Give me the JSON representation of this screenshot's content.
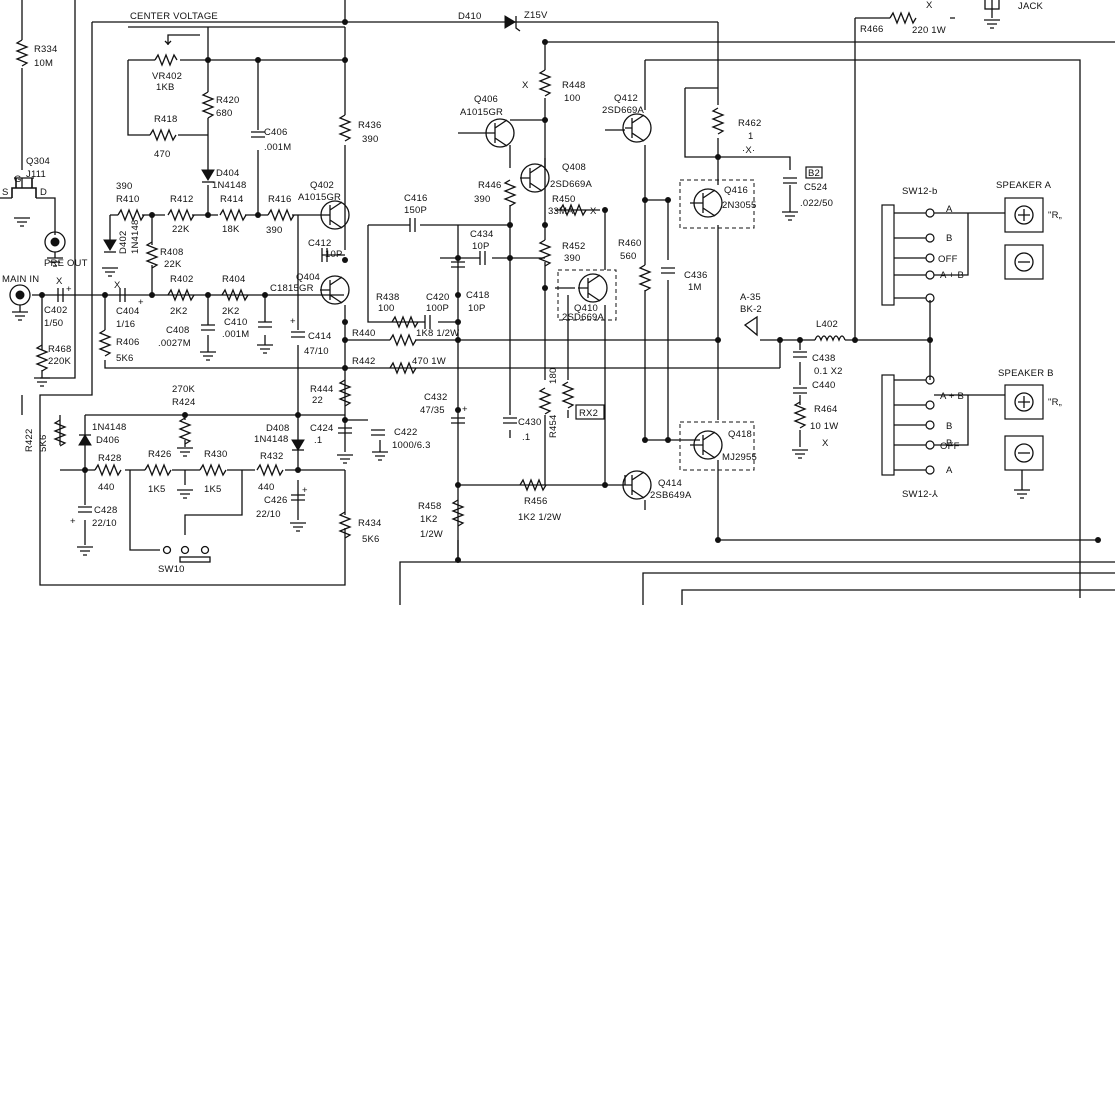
{
  "labels": {
    "center_voltage": "CENTER VOLTAGE",
    "d410": "D410",
    "z15v": "Z15V",
    "jack": "JACK",
    "r466": "R466",
    "r466_val": "220   1W",
    "r334": "R334",
    "r334_val": "10M",
    "q304": "Q304",
    "j111": "J111",
    "g": "G",
    "s": "S",
    "d": "D",
    "pre_out": "PRE OUT",
    "main_in": "MAIN    IN",
    "c402": "C402",
    "c402_val": "1/50",
    "r468": "R468",
    "r468_val": "220K",
    "vr402": "VR402",
    "vr402_val": "1KB",
    "r420": "R420",
    "r420_val": "680",
    "r418": "R418",
    "r418_val": "470",
    "c406": "C406",
    "c406_val": ".001M",
    "d404": "D404",
    "d404_val": "1N4148",
    "r436": "R436",
    "r436_val": "390",
    "r410_val": "390",
    "r410": "R410",
    "r412": "R412",
    "r412_val": "22K",
    "r414": "R414",
    "r414_val": "18K",
    "r416": "R416",
    "r416_val": "390",
    "q402": "Q402",
    "q402_val": "A1015GR",
    "d402": "D402",
    "d402_val": "1N4148",
    "r408": "R408",
    "r408_val": "22K",
    "r402": "R402",
    "r402_val": "2K2",
    "r404": "R404",
    "r404_val": "2K2",
    "c1815gr": "C1815GR",
    "q404": "Q404",
    "c412": "C412",
    "c412_val": "10P",
    "c404": "C404",
    "c404_val": "1/16",
    "r406": "R406",
    "r406_val": "5K6",
    "c408": "C408",
    "c408_val": ".0027M",
    "c410": "C410",
    "c410_val": ".001M",
    "c414": "C414",
    "c414_val": "47/10",
    "c416": "C416",
    "c416_val": "150P",
    "c434": "C434",
    "c434_val": "10P",
    "r438": "R438",
    "r438_val": "100",
    "c420": "C420",
    "c420_val": "100P",
    "c418": "C418",
    "c418_val": "10P",
    "r440": "R440",
    "r440_val": "1K8  1/2W",
    "r442": "R442",
    "r442_val": "470   1W",
    "q406": "Q406",
    "q406_val": "A1015GR",
    "r448": "R448",
    "r448_val": "100",
    "r446": "R446",
    "r446_val": "390",
    "q408": "Q408",
    "q408_val": "2SD669A",
    "r450": "R450",
    "r450_val": "33MA",
    "r452": "R452",
    "r452_val": "390",
    "q410": "Q410",
    "q410_val": "2SD669A",
    "q412": "Q412",
    "q412_val": "2SD669A",
    "r462": "R462",
    "r462_val": "1",
    "b2": "B2",
    "c524": "C524",
    "c524_val": ".022/50",
    "q416": "Q416",
    "q416_val": "2N3055",
    "r460": "R460",
    "r460_val": "560",
    "c436": "C436",
    "c436_val": "1M",
    "a35": "A-35",
    "bk2": "BK-2",
    "l402": "L402",
    "c438": "C438",
    "c438_val": "0.1 X2",
    "c440": "C440",
    "r464": "R464",
    "r464_val": "10   1W",
    "sw12b": "SW12-b",
    "sw12a": "SW12-⅄",
    "speaker_a": "SPEAKER   A",
    "speaker_b": "SPEAKER  B",
    "sw_a": "A",
    "sw_b": "B",
    "sw_off": "OFF",
    "sw_ab": "A + B",
    "r_mark": "\"R„",
    "r424_val": "270K",
    "r424": "R424",
    "d408": "D408",
    "d408_val": "1N4148",
    "r444": "R444",
    "r444_val": "22",
    "c424": "C424",
    "c424_val": ".1",
    "c422": "C422",
    "c422_val": "1000/6.3",
    "c432": "C432",
    "c432_val": "47/35",
    "r454_val": "180",
    "r454": "R454",
    "c430": "C430",
    "c430_val": ".1",
    "rx2": "RX2",
    "q418": "Q418",
    "q418_val": "MJ2955",
    "q414": "Q414",
    "q414_val": "2SB649A",
    "r456": "R456",
    "r456_val": "1K2   1/2W",
    "r458": "R458",
    "r458_val": "1K2",
    "r458_w": "1/2W",
    "r422": "R422",
    "r422_val": "5K6",
    "d406_val": "1N4148",
    "d406": "D406",
    "r428": "R428",
    "r428_val": "440",
    "r426": "R426",
    "r426_val": "1K5",
    "r430": "R430",
    "r430_val": "1K5",
    "r432": "R432",
    "r432_val": "440",
    "c426": "C426",
    "c426_val": "22/10",
    "c428": "C428",
    "c428_val": "22/10",
    "r434": "R434",
    "r434_val": "5K6",
    "sw10": "SW10",
    "x_mark": "X",
    "dot_x": "·X·",
    "plus": "+"
  }
}
